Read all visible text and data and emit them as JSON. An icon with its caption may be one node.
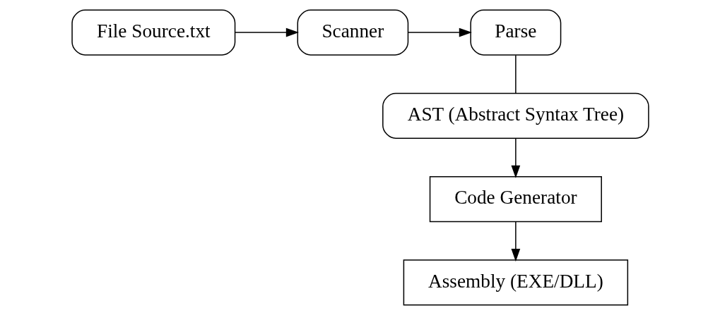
{
  "diagram": {
    "nodes": [
      {
        "text": [
          "File Source.txt"
        ]
      },
      {
        "text": [
          "Scanner"
        ]
      },
      {
        "text": [
          "Parse"
        ]
      },
      {
        "text": [
          "AST (Abstract Syntax Tree)"
        ]
      },
      {
        "text": [
          "Code Generator"
        ]
      },
      {
        "text": [
          "Assembly (EXE/DLL)"
        ]
      }
    ],
    "edges": [
      {
        "from": 0,
        "to": 1,
        "arrow": "to"
      },
      {
        "from": 1,
        "to": 2,
        "arrow": "to"
      },
      {
        "from": 2,
        "to": 3,
        "arrow": "none"
      },
      {
        "from": 3,
        "to": 4,
        "arrow": "to"
      },
      {
        "from": 4,
        "to": 5,
        "arrow": "to"
      }
    ]
  }
}
